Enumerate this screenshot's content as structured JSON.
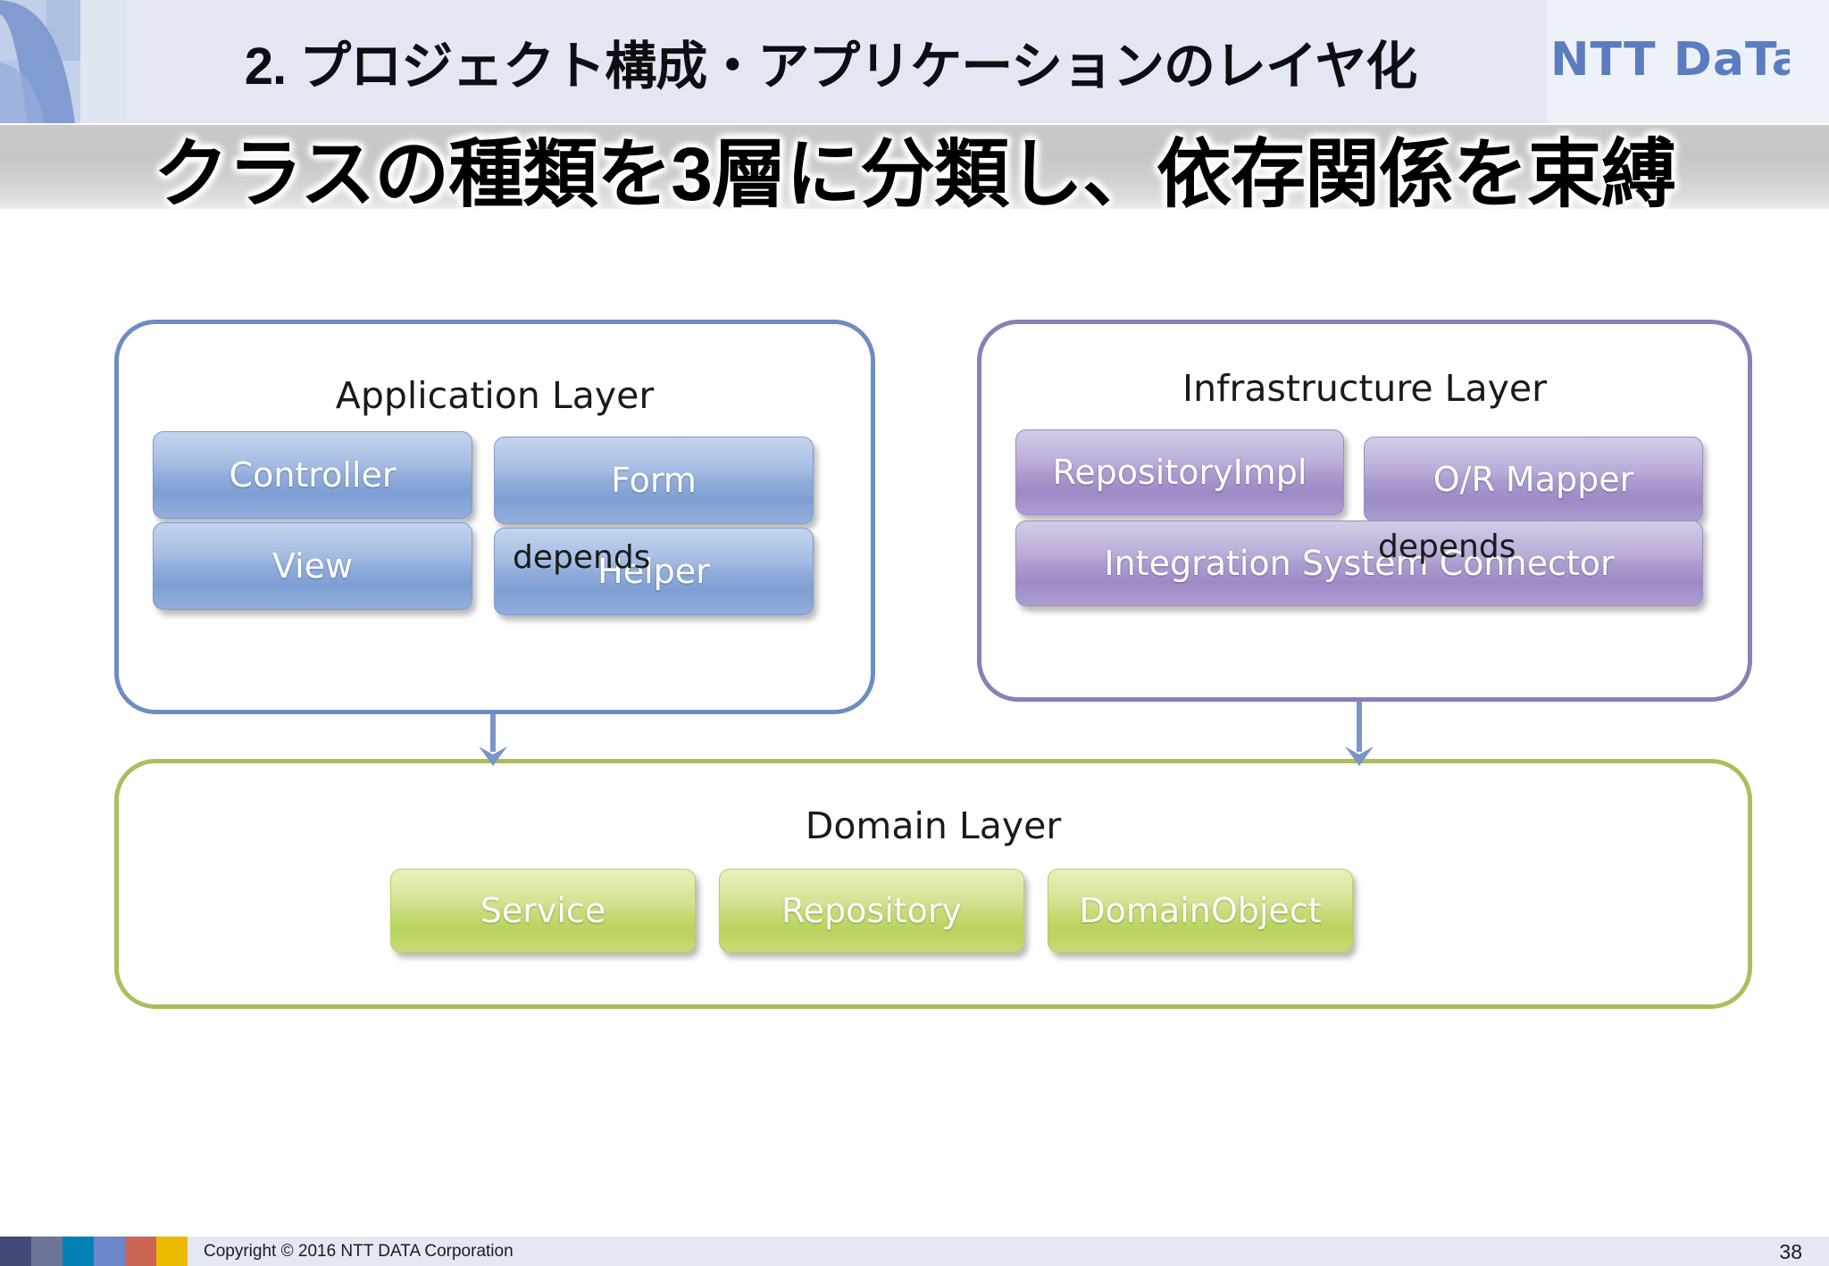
{
  "header": {
    "section_title": "2. プロジェクト構成・アプリケーションのレイヤ化",
    "logo_text": "NTT DaTa",
    "logo_color": "#5b7cc0",
    "bar_color": "#e2e7f2"
  },
  "headline": {
    "text": "クラスの種類を3層に分類し、依存関係を束縛",
    "band_color": "#c9c9c9"
  },
  "diagram": {
    "layers": [
      {
        "id": "application",
        "title": "Application Layer",
        "border_color": "#6e8cc4",
        "chip_color": "#9ab4df",
        "chips": [
          {
            "label": "Controller"
          },
          {
            "label": "Form"
          },
          {
            "label": "View"
          },
          {
            "label": "Helper"
          }
        ]
      },
      {
        "id": "infrastructure",
        "title": "Infrastructure Layer",
        "border_color": "#8a7fb6",
        "chip_color": "#b3a3d4",
        "chips": [
          {
            "label": "RepositoryImpl"
          },
          {
            "label": "O/R Mapper"
          },
          {
            "label": "Integration System Connector"
          }
        ]
      },
      {
        "id": "domain",
        "title": "Domain Layer",
        "border_color": "#a7c05e",
        "chip_color": "#cfe088",
        "chips": [
          {
            "label": "Service"
          },
          {
            "label": "Repository"
          },
          {
            "label": "DomainObject"
          }
        ]
      }
    ],
    "arrows": [
      {
        "id": "application-to-domain",
        "label": "depends",
        "color": "#7a96c8"
      },
      {
        "id": "infrastructure-to-domain",
        "label": "depends",
        "color": "#7a96c8"
      }
    ]
  },
  "footer": {
    "copyright": "Copyright © 2016 NTT DATA Corporation",
    "page_number": "38",
    "swatches": [
      "#414a75",
      "#6d7699",
      "#0381b5",
      "#6b87c9",
      "#cc6553",
      "#ecba00"
    ]
  }
}
